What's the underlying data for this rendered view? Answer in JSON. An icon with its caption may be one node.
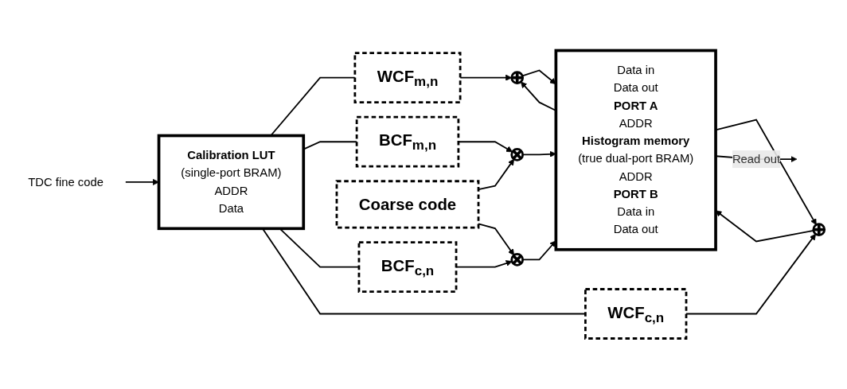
{
  "diagram": {
    "nodes": [
      {
        "text": [
          "TDC fine code"
        ]
      },
      {
        "text": [
          "Calibration LUT",
          "(single-port BRAM)",
          "ADDR",
          "Data"
        ]
      },
      {
        "text": [
          "WCF$_{m,n}$"
        ]
      },
      {
        "text": [
          "BCF$_{m,n}$"
        ]
      },
      {
        "text": [
          "Coarse code"
        ]
      },
      {
        "text": [
          "BCF$_{c,n}$"
        ]
      },
      {
        "text": [
          "WCF$_{c,n}$"
        ]
      },
      {
        "text": [],
        "shape": "circle"
      },
      {
        "text": [],
        "shape": "circle"
      },
      {
        "text": [],
        "shape": "circle"
      },
      {
        "text": [],
        "shape": "circle"
      },
      {
        "text": [
          "Data in",
          "Data out",
          "PORT A",
          "ADDR",
          "Histogram memory",
          "(true dual-port BRAM)",
          "ADDR",
          "PORT B",
          "Data in",
          "Data out"
        ]
      }
    ],
    "edges": [
      {
        "from": 0,
        "to": 1,
        "arrow": "to"
      },
      {
        "from": 1,
        "to": 2,
        "arrow": "none"
      },
      {
        "from": 1,
        "to": 3,
        "arrow": "none"
      },
      {
        "from": 1,
        "to": 5,
        "arrow": "none"
      },
      {
        "from": 1,
        "to": 6,
        "arrow": "none"
      },
      {
        "from": 2,
        "to": 7,
        "arrow": "to"
      },
      {
        "from": 3,
        "to": 8,
        "arrow": "to"
      },
      {
        "from": 4,
        "to": 8,
        "arrow": "to"
      },
      {
        "from": 4,
        "to": 9,
        "arrow": "to"
      },
      {
        "from": 5,
        "to": 9,
        "arrow": "to"
      },
      {
        "from": 6,
        "to": 10,
        "arrow": "to"
      },
      {
        "from": 7,
        "to": 11,
        "arrow": "to"
      },
      {
        "from": 8,
        "to": 11,
        "arrow": "to"
      },
      {
        "from": 9,
        "to": 11,
        "arrow": "to"
      },
      {
        "from": 10,
        "to": 11,
        "arrow": "to"
      },
      {
        "from": 11,
        "to": 7,
        "arrow": "to"
      },
      {
        "from": 11,
        "to": 10,
        "arrow": "to"
      },
      {
        "from": 11,
        "to": null,
        "arrow": "to",
        "label": "Read out"
      }
    ]
  }
}
